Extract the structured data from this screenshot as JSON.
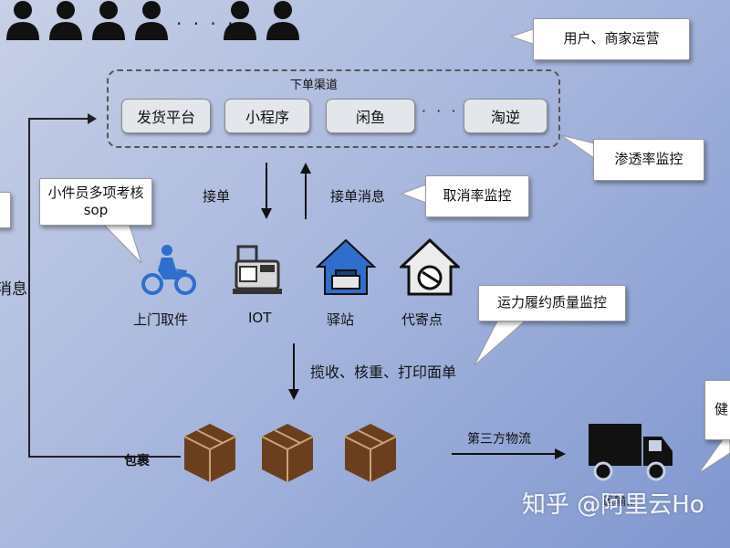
{
  "users_callout": "用户、商家运营",
  "people_dots": "· · · ·",
  "channels": {
    "title": "下单渠道",
    "items": [
      "发货平台",
      "小程序",
      "闲鱼",
      "淘逆"
    ],
    "dots": "· · · ·"
  },
  "penetration_callout": "渗透率监控",
  "accept_order": "接单",
  "accept_message": "接单消息",
  "cancel_callout": "取消率监控",
  "courier_callout": "小件员多项考核sop",
  "left_callout_fragment": "",
  "left_message_fragment": "消息",
  "points": [
    "上门取件",
    "IOT",
    "驿站",
    "代寄点"
  ],
  "capacity_callout": "运力履约质量监控",
  "process_label": "揽收、核重、打印面单",
  "package_label": "包裹",
  "third_party_label": "第三方物流",
  "truck_label_fragment": "运输...",
  "health_callout_fragment": "健",
  "watermark": "知乎 @阿里云Ho",
  "colors": {
    "box_brown": "#6b3f1d",
    "icon_blue": "#2f6ecb",
    "person": "#111111"
  }
}
